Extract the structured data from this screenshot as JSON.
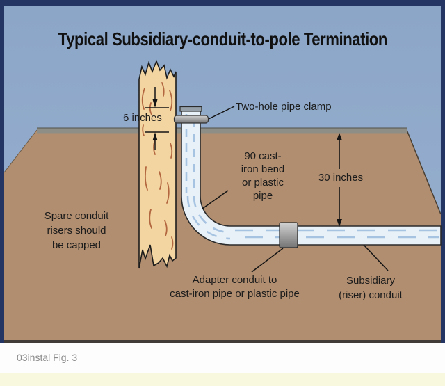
{
  "title": "Typical Subsidiary-conduit-to-pole Termination",
  "caption": "03instal Fig. 3",
  "figure": {
    "six_inches": "6 inches",
    "pipe_clamp": "Two-hole pipe clamp",
    "bend_pipe": "90 cast-\niron bend\nor plastic\npipe",
    "thirty_inches": "30 inches",
    "spare_conduit": "Spare conduit\nrisers should\nbe capped",
    "adapter": "Adapter conduit to\ncast-iron pipe or plastic pipe",
    "subsidiary": "Subsidiary\n(riser) conduit"
  },
  "colors": {
    "border": "#243463",
    "sky_top": "#8ca6c8",
    "sky_bottom": "#99b1d0",
    "ground": "#b18e70",
    "ground_strip": "#8e8e86",
    "pole": "#f3d5a1",
    "pole_grain": "#ad5c36",
    "pipe_fill": "#e9f1f8",
    "pipe_dash": "#a6c3e1",
    "pipe_outline": "#2b2b2b",
    "metal_light": "#d2d2d2",
    "metal_mid": "#a8a8a8",
    "metal_dark": "#747474",
    "ink": "#141414",
    "title_color": "#111111",
    "label_color": "#1b1b1b",
    "caption_color": "#8b8b8b",
    "footer_yellow": "#f8f8de",
    "diagram_bottom_edge": "#413c37"
  }
}
